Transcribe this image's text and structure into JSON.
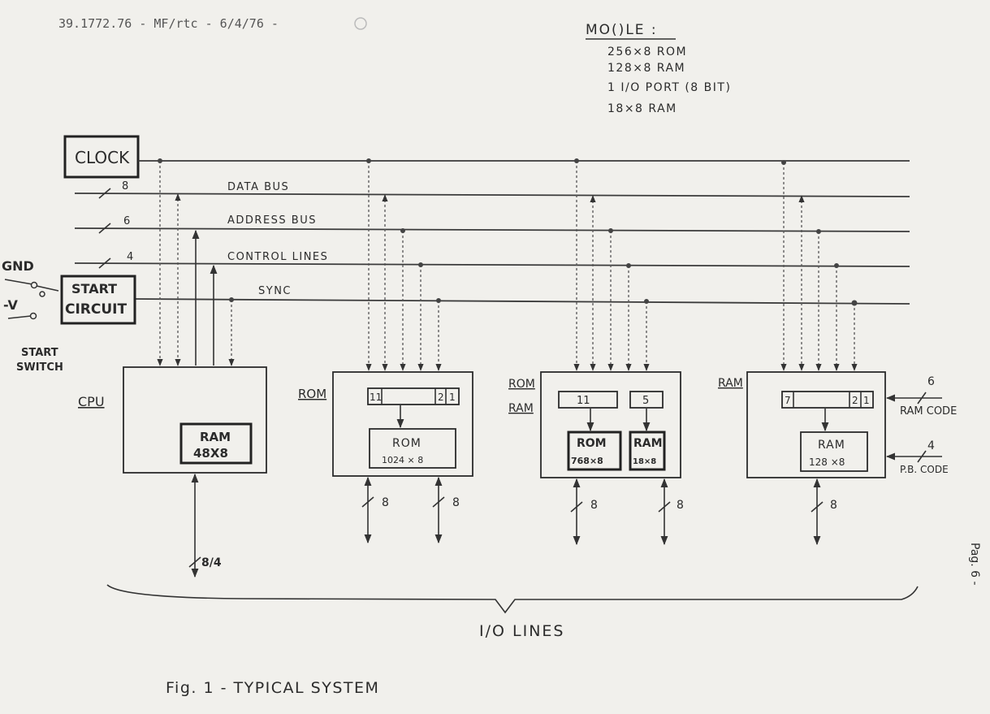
{
  "header": {
    "typed_ref": "39.1772.76 - MF/rtc -    6/4/76 -",
    "module_title": "MO()LE :",
    "module_items": [
      "256×8  ROM",
      "128×8  RAM",
      "1 I/O PORT (8 BIT)",
      "18×8    RAM"
    ]
  },
  "buses": {
    "data": "DATA BUS",
    "data_width": "8",
    "address": "ADDRESS BUS",
    "address_width": "6",
    "control": "CONTROL LINES",
    "control_width": "4",
    "sync": "SYNC"
  },
  "clock": {
    "label": "CLOCK"
  },
  "start": {
    "gnd": "GND",
    "neg_v": "-V",
    "circuit_line1": "START",
    "circuit_line2": "CIRCUIT",
    "switch_line1": "START",
    "switch_line2": "SWITCH"
  },
  "cpu": {
    "label": "CPU",
    "ram_line1": "RAM",
    "ram_line2": "48X8",
    "io_width": "8/4"
  },
  "rom_module": {
    "label": "ROM",
    "reg_left": "11",
    "reg_mid": "2",
    "reg_right": "1",
    "mem": "ROM",
    "mem_size": "1024 × 8",
    "io1": "8",
    "io2": "8"
  },
  "romram_module": {
    "label1": "ROM",
    "label2": "RAM",
    "reg1": "11",
    "reg2": "5",
    "mem1": "ROM",
    "mem1_size": "768×8",
    "mem2": "RAM",
    "mem2_size": "18×8",
    "io1": "8",
    "io2": "8"
  },
  "ram_module": {
    "label": "RAM",
    "reg_left": "7",
    "reg_mid": "2",
    "reg_right": "1",
    "mem": "RAM",
    "mem_size": "128 ×8",
    "ram_code_width": "6",
    "ram_code": "RAM CODE",
    "pb_code_width": "4",
    "pb_code": "P.B. CODE",
    "io": "8"
  },
  "io_lines": "I/O  LINES",
  "caption": "Fig. 1  -  TYPICAL  SYSTEM",
  "page_no": "Pag. 6 -"
}
